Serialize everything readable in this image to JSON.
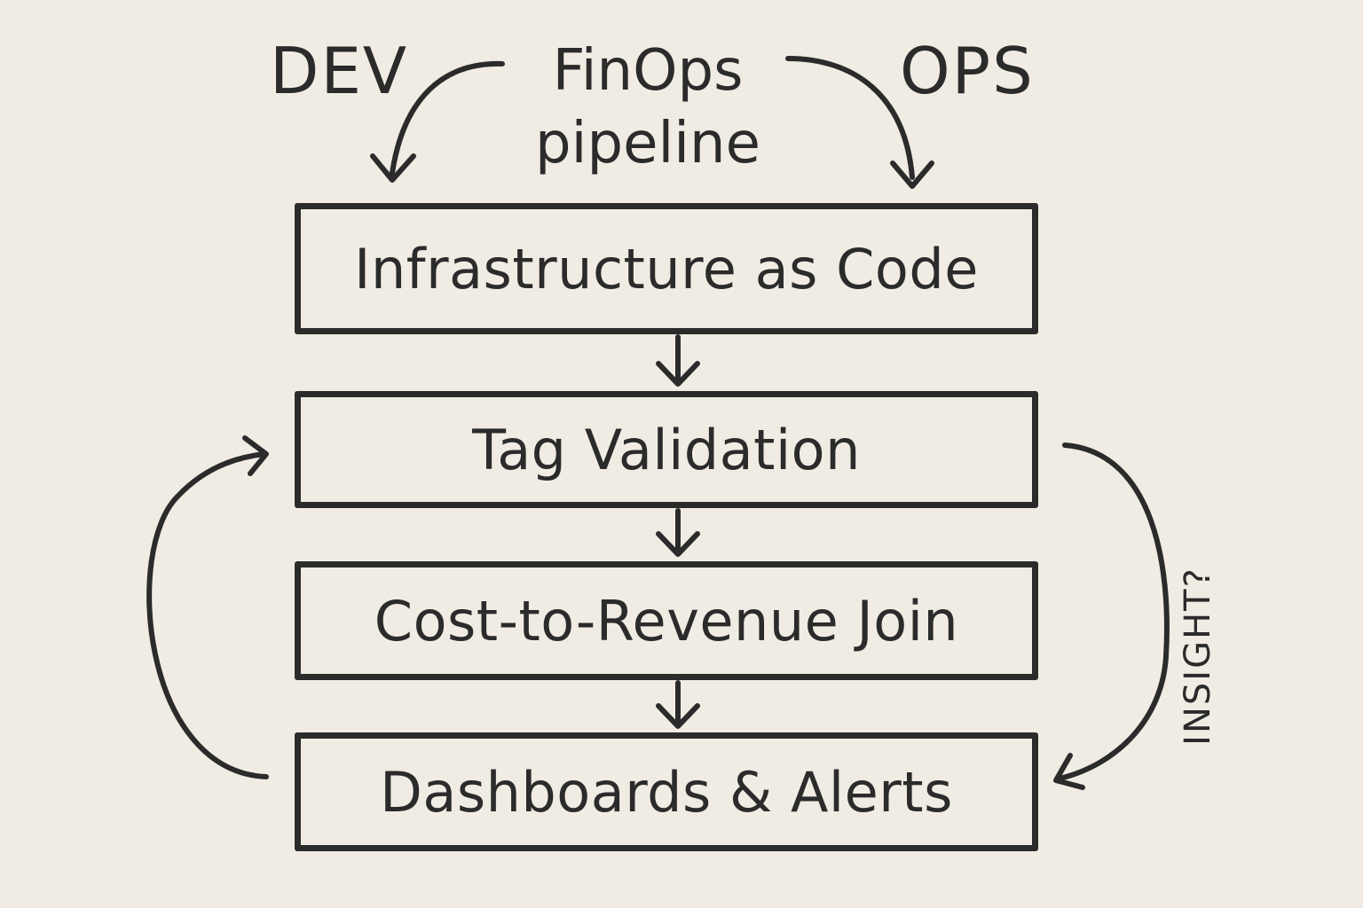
{
  "diagram": {
    "title": "FinOps pipeline",
    "left_label": "DEV",
    "right_label": "OPS",
    "feedback_label": "INSIGHT?",
    "steps": [
      {
        "id": "iac",
        "label": "Infrastructure as Code"
      },
      {
        "id": "tag",
        "label": "Tag Validation"
      },
      {
        "id": "cost",
        "label": "Cost-to-Revenue Join"
      },
      {
        "id": "dash",
        "label": "Dashboards & Alerts"
      }
    ],
    "colors": {
      "background": "#f0ece3",
      "ink": "#2b2b2b"
    }
  }
}
